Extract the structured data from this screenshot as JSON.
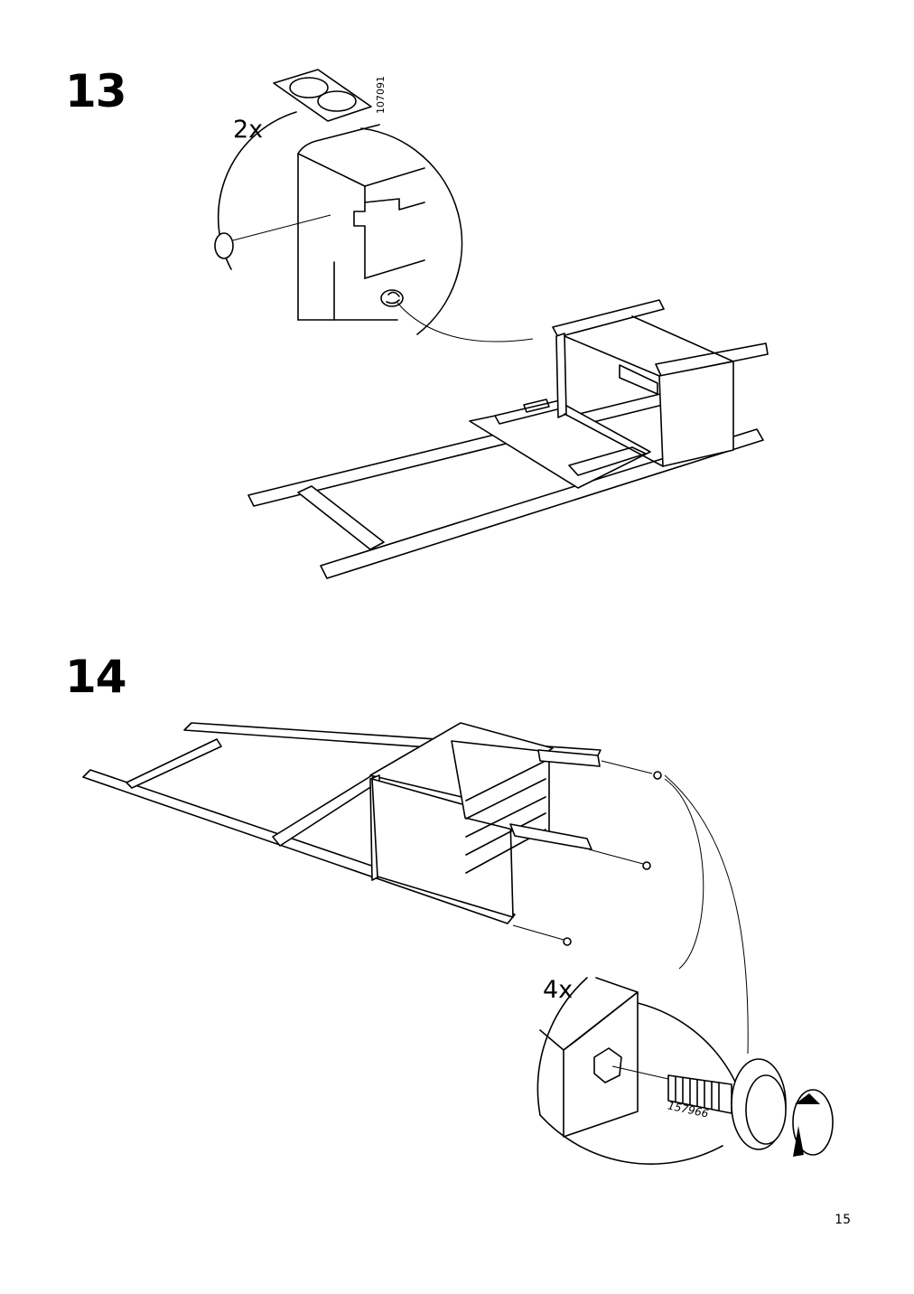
{
  "steps": [
    {
      "number": "13",
      "quantity": "2x",
      "part_number": "107091"
    },
    {
      "number": "14",
      "quantity": "4x",
      "part_number": "157966"
    }
  ],
  "page_number": "15"
}
